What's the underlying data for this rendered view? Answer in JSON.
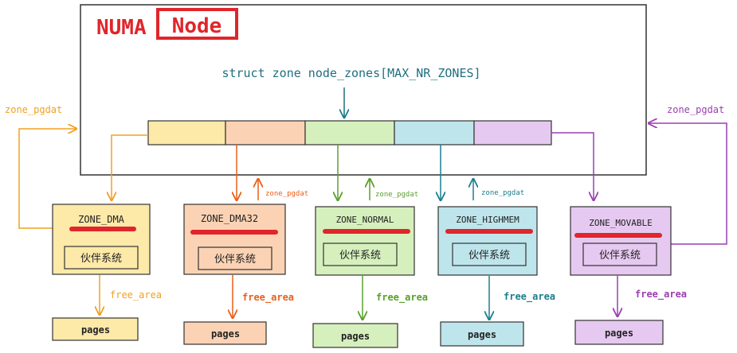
{
  "title": {
    "word1": "NUMA",
    "word2": "Node"
  },
  "struct_label": "struct zone node_zones[MAX_NR_ZONES]",
  "zones": [
    {
      "name": "ZONE_DMA",
      "buddy": "伙伴系统",
      "pages": "pages",
      "free_area": "free_area",
      "back_label": "zone_pgdat",
      "color": "#f0a020",
      "fill": "#fde9a8"
    },
    {
      "name": "ZONE_DMA32",
      "buddy": "伙伴系统",
      "pages": "pages",
      "free_area": "free_area",
      "back_label": "zone_pgdat",
      "color": "#e8601c",
      "fill": "#fbd3b4"
    },
    {
      "name": "ZONE_NORMAL",
      "buddy": "伙伴系统",
      "pages": "pages",
      "free_area": "free_area",
      "back_label": "zone_pgdat",
      "color": "#5aa02c",
      "fill": "#d6f0bd"
    },
    {
      "name": "ZONE_HIGHMEM",
      "buddy": "伙伴系统",
      "pages": "pages",
      "free_area": "free_area",
      "back_label": "zone_pgdat",
      "color": "#1a7f8e",
      "fill": "#bfe5ec"
    },
    {
      "name": "ZONE_MOVABLE",
      "buddy": "伙伴系统",
      "pages": "pages",
      "free_area": "free_area",
      "back_label": "zone_pgdat",
      "color": "#9b3fb0",
      "fill": "#e6c9f0"
    }
  ],
  "colors": {
    "title": "#e0252b",
    "struct_text": "#1f6f80",
    "frame": "#333333",
    "underline": "#e0252b"
  }
}
